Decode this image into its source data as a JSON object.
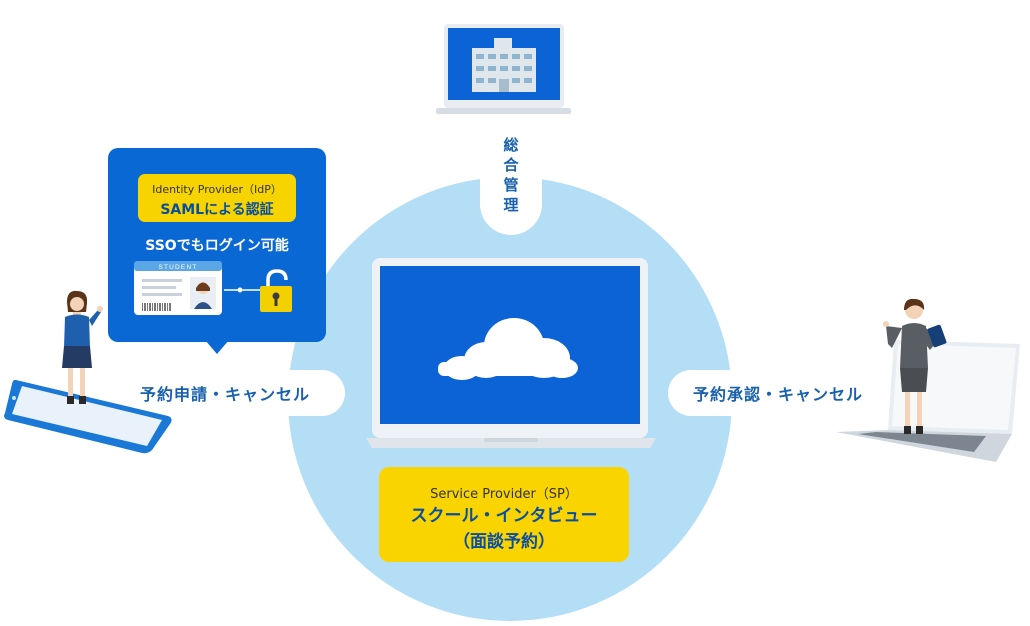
{
  "center": {
    "admin_label_chars": [
      "総",
      "合",
      "管",
      "理"
    ]
  },
  "left": {
    "action_label": "予約申請・キャンセル"
  },
  "right": {
    "action_label": "予約承認・キャンセル"
  },
  "idp": {
    "name": "Identity Provider（IdP）",
    "auth_method": "SAMLによる認証",
    "sso_note": "SSOでもログイン可能",
    "card_header": "STUDENT"
  },
  "sp": {
    "name": "Service Provider（SP）",
    "service_line1": "スクール・インタビュー",
    "service_line2": "（面談予約）"
  },
  "colors": {
    "circle": "#b3def6",
    "bubble": "#0a68d4",
    "label_yellow": "#f7d300",
    "screen_blue": "#0c63d6",
    "text_blue": "#1a61ad"
  },
  "icons": [
    "building-icon",
    "cloud-icon",
    "student-card-icon",
    "padlock-icon",
    "student-figure",
    "staff-figure",
    "smartphone-icon",
    "laptop-icon"
  ]
}
